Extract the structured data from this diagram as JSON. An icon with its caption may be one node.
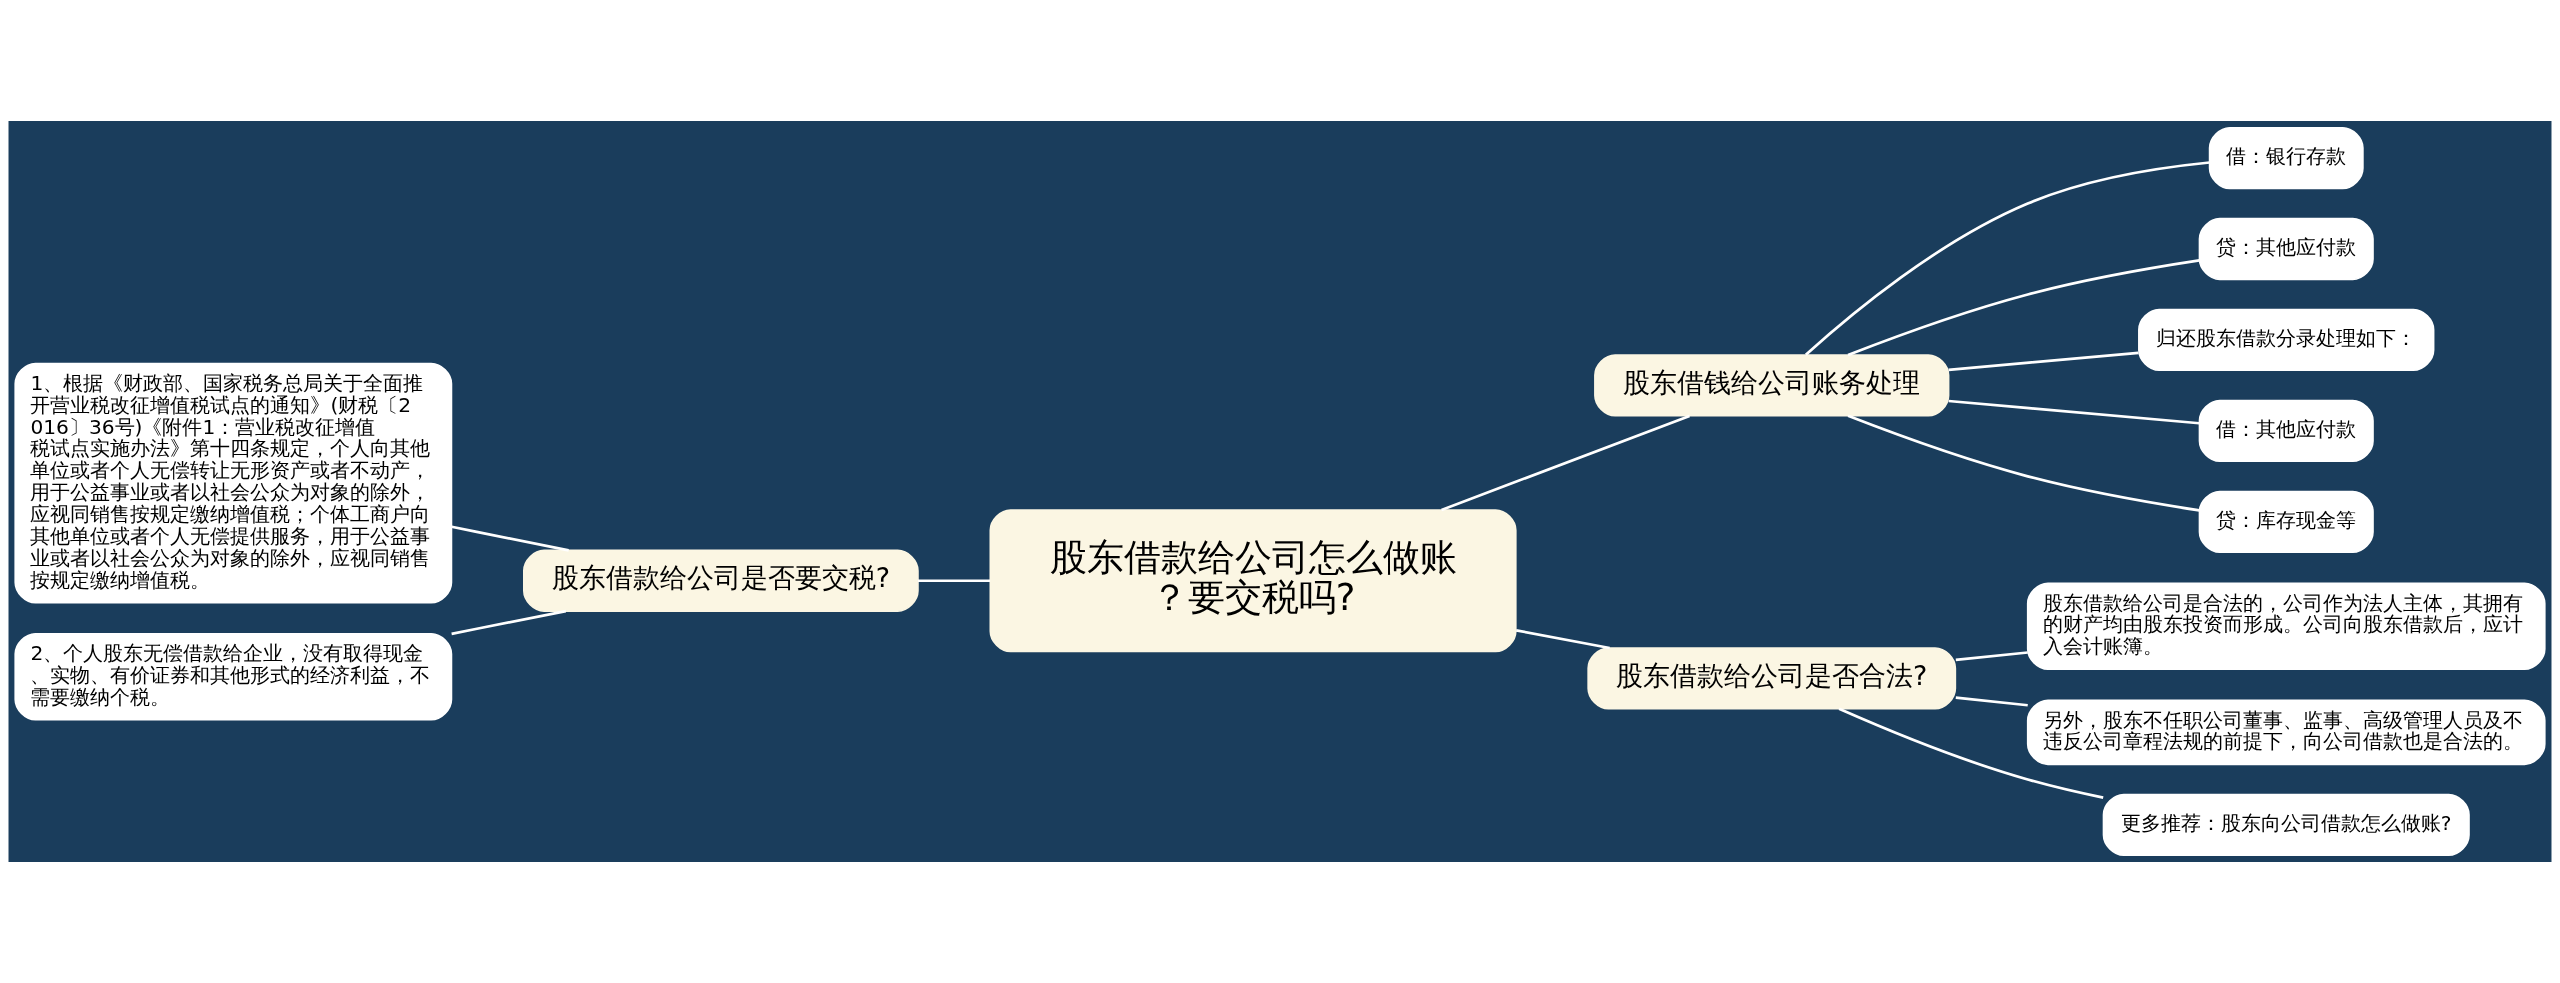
{
  "diagram": {
    "nodes": [
      {
        "text": [
          "股东借款给公司怎么做账？要交税吗?"
        ]
      },
      {
        "text": [
          "股东借钱给公司账务处理"
        ]
      },
      {
        "text": [
          "借：银行存款"
        ]
      },
      {
        "text": [
          "贷：其他应付款"
        ]
      },
      {
        "text": [
          "归还股东借款分录处理如下："
        ]
      },
      {
        "text": [
          "借：其他应付款"
        ]
      },
      {
        "text": [
          "贷：库存现金等"
        ]
      },
      {
        "text": [
          "股东借款给公司是否合法?"
        ]
      },
      {
        "text": [
          "股东借款给公司是合法的，公司作为法人主体，其拥有的财产均由股东投资而形成。公司向股东借款后，应计入会计账簿。"
        ]
      },
      {
        "text": [
          "另外，股东不任职公司董事、监事、高级管理人员及不违反公司章程法规的前提下，向公司借款也是合法的。"
        ]
      },
      {
        "text": [
          "更多推荐：股东向公司借款怎么做账?"
        ]
      },
      {
        "text": [
          "股东借款给公司是否要交税?"
        ]
      },
      {
        "text": [
          "1、根据《财政部、国家税务总局关于全面推开营业税改征增值税试点的通知》(财税〔2016〕36号)《附件1：营业税改征增值税试点实施办法》第十四条规定，个人向其他单位或者个人无偿转让无形资产或者不动产，用于公益事业或者以社会公众为对象的除外，应视同销售按规定缴纳增值税；个体工商户向其他单位或者个人无偿提供服务，用于公益事业或者以社会公众为对象的除外，应视同销售按规定缴纳增值税。"
        ]
      },
      {
        "text": [
          "2、个人股东无偿借款给企业，没有取得现金、实物、有价证券和其他形式的经济利益，不需要缴纳个税。"
        ]
      }
    ],
    "edges": [
      {
        "from": 0,
        "to": 1,
        "arrow": "none"
      },
      {
        "from": 1,
        "to": 2,
        "arrow": "none"
      },
      {
        "from": 1,
        "to": 3,
        "arrow": "none"
      },
      {
        "from": 1,
        "to": 4,
        "arrow": "none"
      },
      {
        "from": 1,
        "to": 5,
        "arrow": "none"
      },
      {
        "from": 1,
        "to": 6,
        "arrow": "none"
      },
      {
        "from": 0,
        "to": 7,
        "arrow": "none"
      },
      {
        "from": 7,
        "to": 8,
        "arrow": "none"
      },
      {
        "from": 7,
        "to": 9,
        "arrow": "none"
      },
      {
        "from": 7,
        "to": 10,
        "arrow": "none"
      },
      {
        "from": 0,
        "to": 11,
        "arrow": "none"
      },
      {
        "from": 11,
        "to": 12,
        "arrow": "none"
      },
      {
        "from": 11,
        "to": 13,
        "arrow": "none"
      }
    ]
  }
}
